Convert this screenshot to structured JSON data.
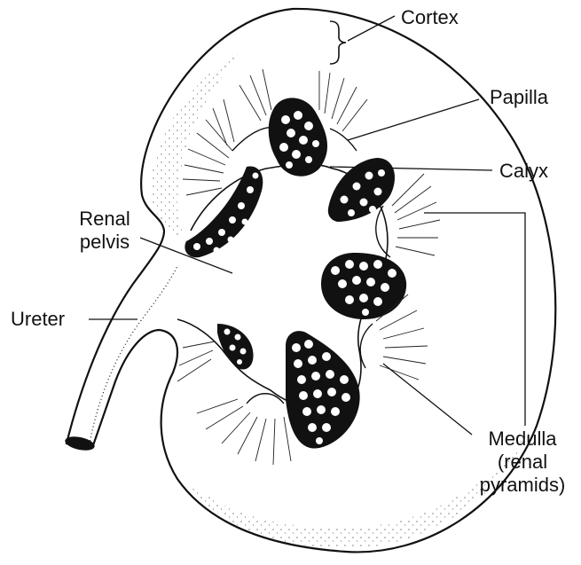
{
  "labels": {
    "cortex": "Cortex",
    "papilla": "Papilla",
    "calyx": "Calyx",
    "renal_pelvis_line1": "Renal",
    "renal_pelvis_line2": "pelvis",
    "ureter": "Ureter",
    "medulla_line1": "Medulla",
    "medulla_line2": "(renal",
    "medulla_line3": "pyramids)"
  },
  "colors": {
    "ink": "#111111",
    "background": "#ffffff"
  }
}
